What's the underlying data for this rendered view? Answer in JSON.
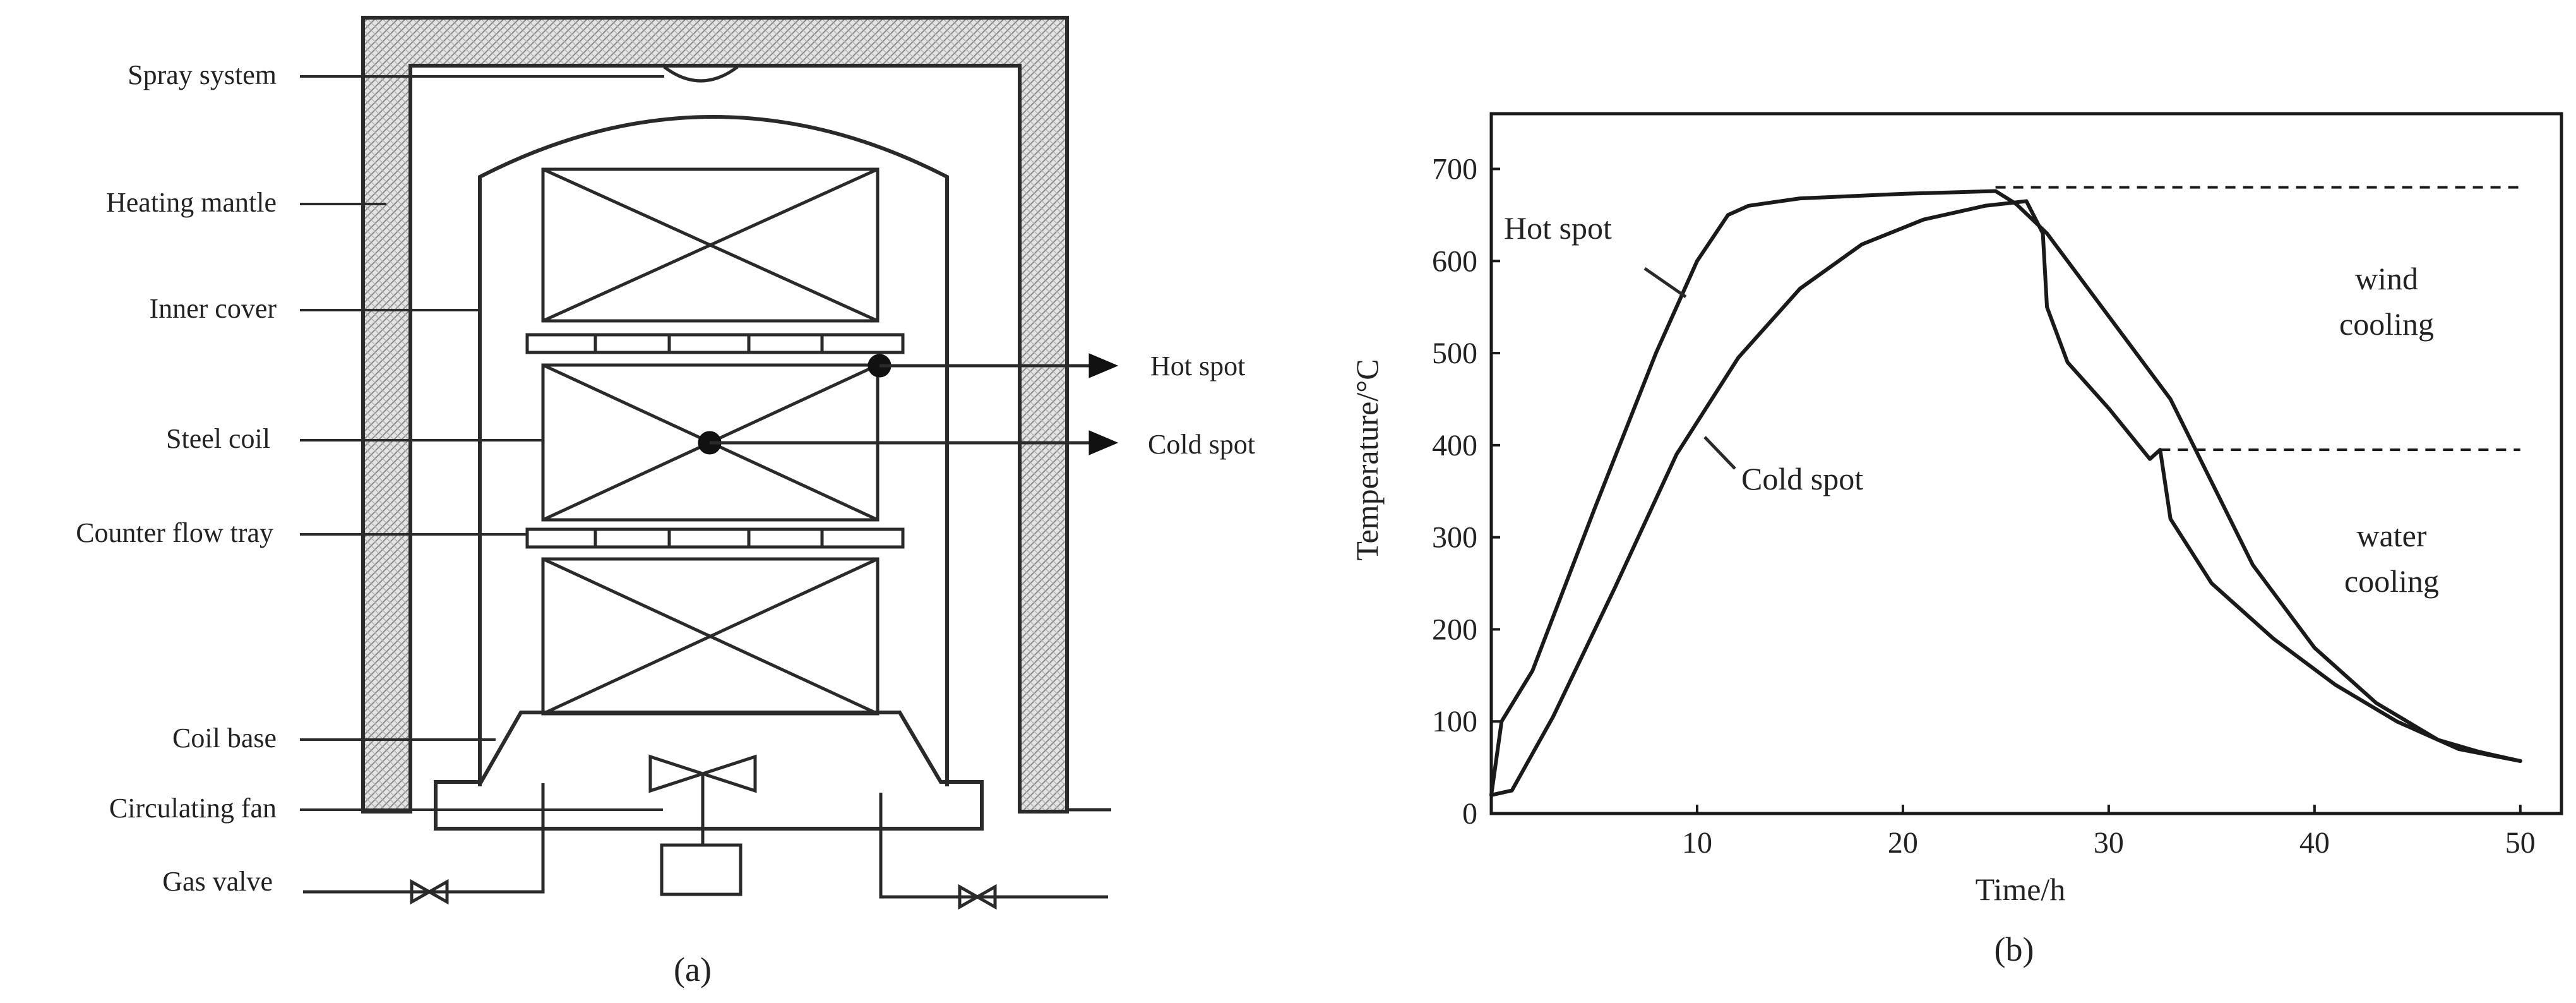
{
  "panel_a": {
    "caption": "(a)",
    "labels": {
      "spray": "Spray system",
      "mantle": "Heating mantle",
      "inner": "Inner cover",
      "coil": "Steel coil",
      "tray": "Counter flow tray",
      "base": "Coil base",
      "fan": "Circulating fan",
      "gas": "Gas valve",
      "hot": "Hot spot",
      "cold": "Cold spot"
    }
  },
  "panel_b": {
    "caption": "(b)",
    "chart_data": {
      "type": "line",
      "xlabel": "Time/h",
      "ylabel": "Temperature/°C",
      "xlim": [
        0,
        52
      ],
      "ylim": [
        0,
        760
      ],
      "xticks": [
        10,
        20,
        30,
        40,
        50
      ],
      "yticks": [
        0,
        100,
        200,
        300,
        400,
        500,
        600,
        700
      ],
      "grid": false,
      "series": [
        {
          "name": "Hot spot",
          "x": [
            0,
            0.5,
            2,
            5,
            8,
            10,
            11.5,
            12.5,
            15,
            20,
            24.5,
            25.5,
            27,
            29,
            31,
            33,
            35,
            37,
            40,
            43,
            46,
            48,
            50
          ],
          "y": [
            20,
            100,
            155,
            330,
            500,
            600,
            650,
            660,
            668,
            673,
            676,
            662,
            630,
            570,
            510,
            450,
            360,
            270,
            180,
            120,
            80,
            67,
            57
          ]
        },
        {
          "name": "Cold spot",
          "x": [
            0,
            1,
            3,
            6,
            9,
            12,
            15,
            18,
            21,
            24,
            26,
            26.8,
            27,
            28,
            30,
            32,
            32.5,
            33,
            35,
            38,
            41,
            44,
            47,
            50
          ],
          "y": [
            20,
            25,
            105,
            245,
            390,
            495,
            570,
            618,
            645,
            660,
            665,
            630,
            550,
            490,
            440,
            385,
            395,
            320,
            250,
            190,
            140,
            100,
            70,
            57
          ]
        }
      ],
      "annotations": [
        {
          "text": "Hot spot"
        },
        {
          "text": "Cold spot"
        },
        {
          "text": "wind",
          "text2": "cooling"
        },
        {
          "text": "water",
          "text2": "cooling"
        }
      ],
      "reference_lines": [
        {
          "y": 680,
          "from_x": 24.5,
          "to_x": 50,
          "style": "dashed"
        },
        {
          "y": 395,
          "from_x": 32.5,
          "to_x": 50,
          "style": "dashed"
        }
      ]
    }
  }
}
